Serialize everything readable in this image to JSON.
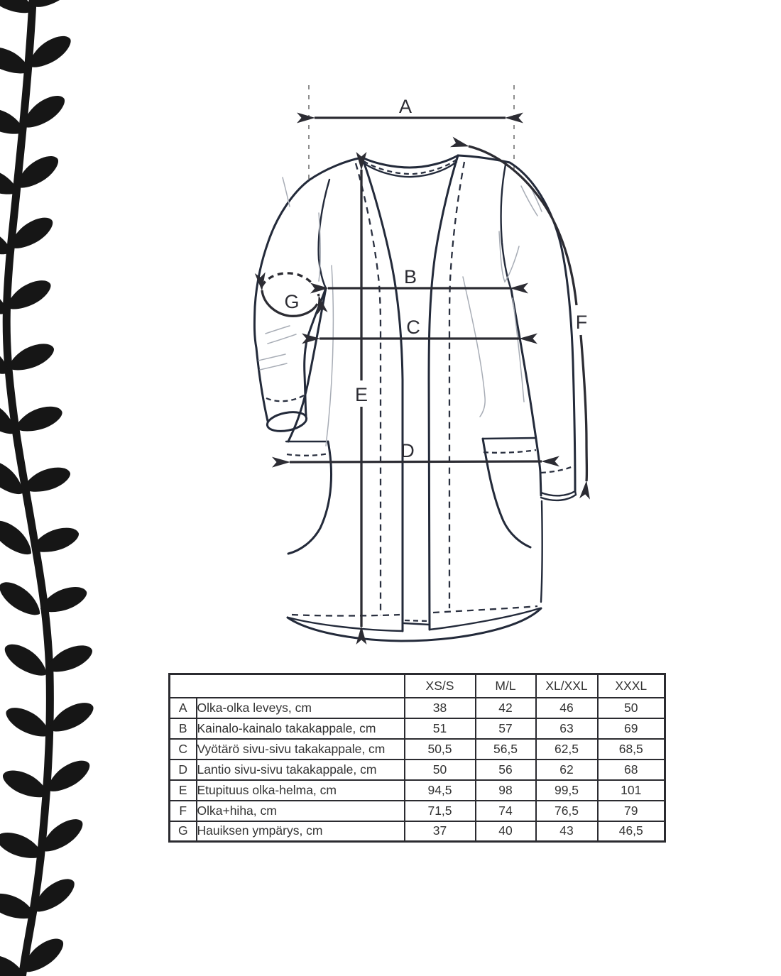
{
  "diagram": {
    "labels": {
      "A": "A",
      "B": "B",
      "C": "C",
      "D": "D",
      "E": "E",
      "F": "F",
      "G": "G"
    },
    "ink_color": "#232a3a",
    "arrow_color": "#2c2c33",
    "vine_color": "#161616",
    "guide_color": "#8f8f8f"
  },
  "size_table": {
    "columns": [
      "XS/S",
      "M/L",
      "XL/XXL",
      "XXXL"
    ],
    "rows": [
      {
        "letter": "A",
        "label": "Olka-olka leveys, cm",
        "values": [
          "38",
          "42",
          "46",
          "50"
        ]
      },
      {
        "letter": "B",
        "label": "Kainalo-kainalo takakappale, cm",
        "values": [
          "51",
          "57",
          "63",
          "69"
        ]
      },
      {
        "letter": "C",
        "label": "Vyötärö sivu-sivu takakappale, cm",
        "values": [
          "50,5",
          "56,5",
          "62,5",
          "68,5"
        ]
      },
      {
        "letter": "D",
        "label": "Lantio sivu-sivu takakappale, cm",
        "values": [
          "50",
          "56",
          "62",
          "68"
        ]
      },
      {
        "letter": "E",
        "label": "Etupituus olka-helma, cm",
        "values": [
          "94,5",
          "98",
          "99,5",
          "101"
        ]
      },
      {
        "letter": "F",
        "label": "Olka+hiha, cm",
        "values": [
          "71,5",
          "74",
          "76,5",
          "79"
        ]
      },
      {
        "letter": "G",
        "label": "Hauiksen ympärys, cm",
        "values": [
          "37",
          "40",
          "43",
          "46,5"
        ]
      }
    ]
  }
}
